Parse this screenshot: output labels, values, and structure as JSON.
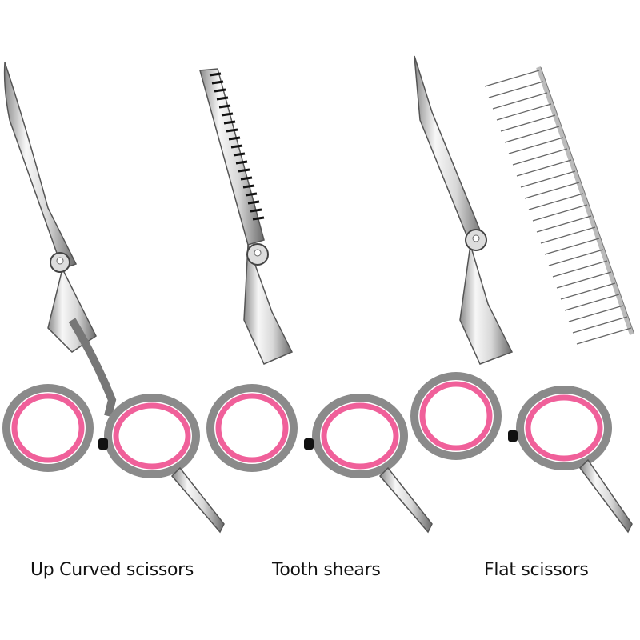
{
  "products": [
    {
      "id": "up-curved",
      "label": "Up Curved scissors"
    },
    {
      "id": "tooth",
      "label": "Tooth shears"
    },
    {
      "id": "flat",
      "label": "Flat scissors"
    }
  ],
  "colors": {
    "background": "#ffffff",
    "steel_light": "#f2f2f2",
    "steel_mid": "#c8c8c8",
    "steel_dark": "#555555",
    "ring_pink": "#f0609a",
    "pivot_black": "#111111",
    "text": "#111111"
  }
}
